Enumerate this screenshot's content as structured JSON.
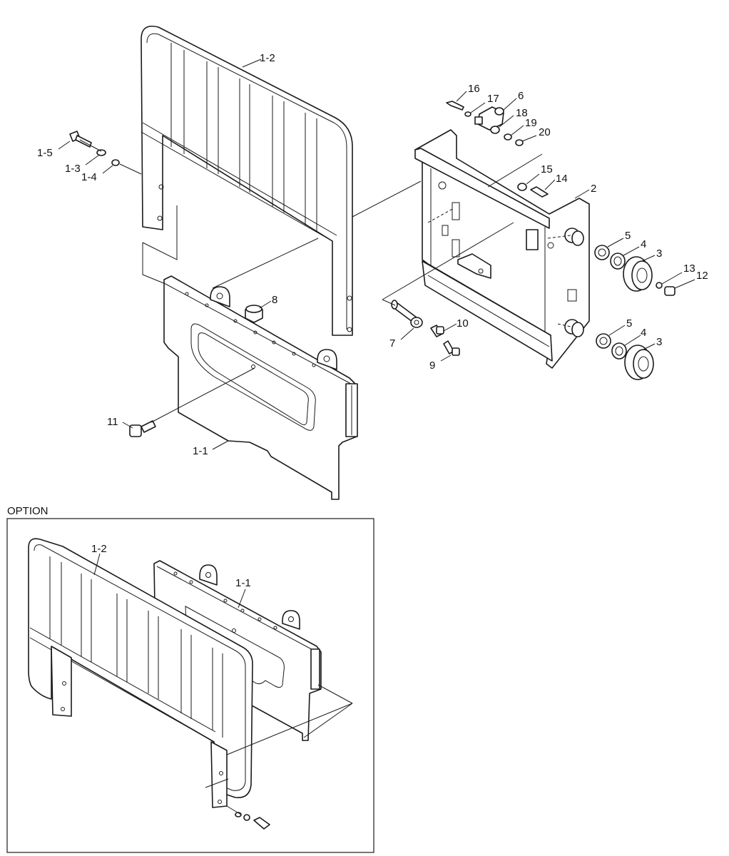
{
  "option_label": "OPTION",
  "callouts": {
    "c1_2": "1-2",
    "c1_5": "1-5",
    "c1_3": "1-3",
    "c1_4": "1-4",
    "c1_1": "1-1",
    "c8": "8",
    "c11": "11",
    "c16": "16",
    "c17": "17",
    "c6": "6",
    "c18": "18",
    "c19": "19",
    "c20": "20",
    "c15": "15",
    "c14": "14",
    "c2": "2",
    "c5a": "5",
    "c4a": "4",
    "c3a": "3",
    "c13": "13",
    "c12": "12",
    "c10": "10",
    "c7": "7",
    "c9": "9",
    "c5b": "5",
    "c4b": "4",
    "c3b": "3",
    "opt_1_2": "1-2",
    "opt_1_1": "1-1"
  }
}
